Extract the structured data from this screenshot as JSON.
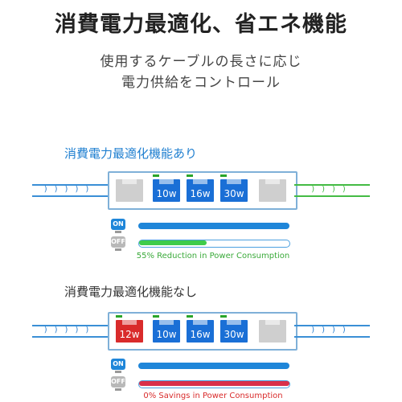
{
  "header": {
    "title": "消費電力最適化、省エネ機能",
    "subtitle_line1": "使用するケーブルの長さに応じ",
    "subtitle_line2": "電力供給をコントロール"
  },
  "section_with": {
    "label": "消費電力最適化機能あり",
    "ports": [
      {
        "label": "",
        "color": "gray"
      },
      {
        "label": "10w",
        "color": "blue"
      },
      {
        "label": "16w",
        "color": "blue"
      },
      {
        "label": "30w",
        "color": "blue"
      },
      {
        "label": "",
        "color": "gray"
      }
    ],
    "on_badge": "ON",
    "off_badge": "OFF",
    "off_fill_percent": 45,
    "caption": "55% Reduction in Power Consumption",
    "caption_color": "#3aaa3a",
    "fill_color": "#3fcc4a"
  },
  "section_without": {
    "label": "消費電力最適化機能なし",
    "ports": [
      {
        "label": "12w",
        "color": "red"
      },
      {
        "label": "10w",
        "color": "blue"
      },
      {
        "label": "16w",
        "color": "blue"
      },
      {
        "label": "30w",
        "color": "blue"
      },
      {
        "label": "",
        "color": "gray"
      }
    ],
    "on_badge": "ON",
    "off_badge": "OFF",
    "off_fill_percent": 100,
    "caption": "0% Savings in Power Consumption",
    "caption_color": "#d92b2b",
    "fill_color": "#d9304a"
  }
}
